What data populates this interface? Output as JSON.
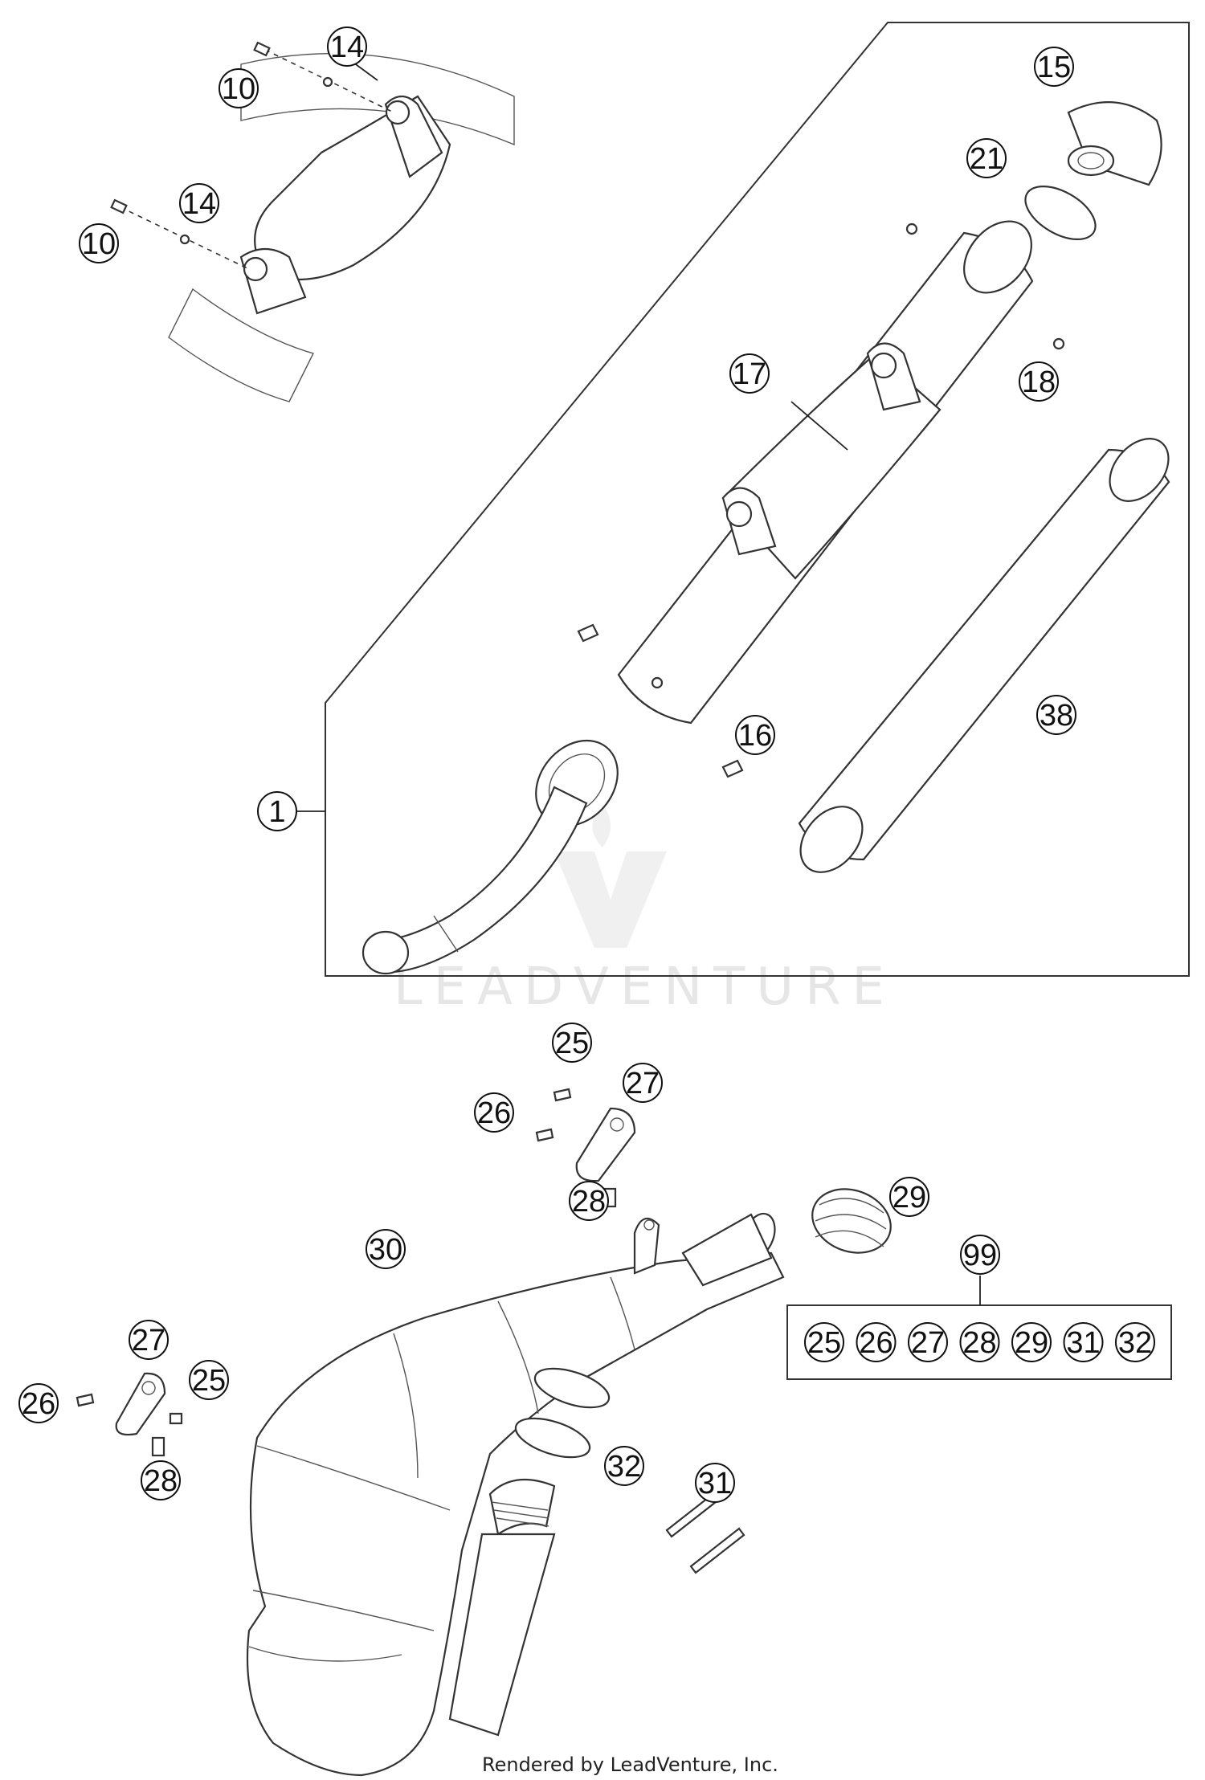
{
  "assembly_label": "1",
  "kit_label": "99",
  "kit_members": [
    "25",
    "26",
    "27",
    "28",
    "29",
    "31",
    "32"
  ],
  "callouts": {
    "c10a": "10",
    "c14a": "14",
    "c10b": "10",
    "c14b": "14",
    "c15": "15",
    "c21": "21",
    "c18": "18",
    "c17": "17",
    "c16": "16",
    "c38": "38",
    "c25a": "25",
    "c26a": "26",
    "c27a": "27",
    "c28a": "28",
    "c29": "29",
    "c30": "30",
    "c27b": "27",
    "c26b": "26",
    "c25b": "25",
    "c28b": "28",
    "c32": "32",
    "c31": "31"
  },
  "watermark": "LEADVENTURE",
  "credit": "Rendered by LeadVenture, Inc."
}
